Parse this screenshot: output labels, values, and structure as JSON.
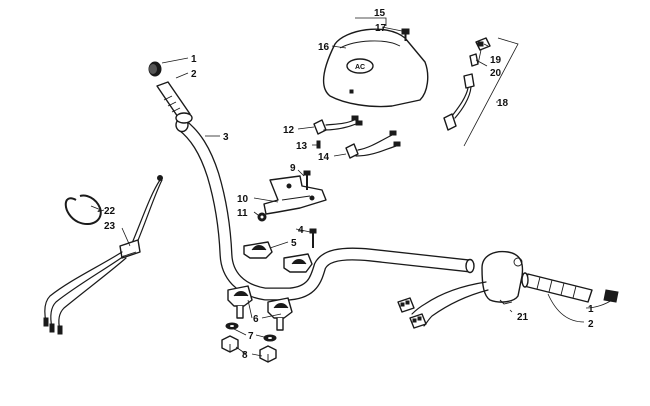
{
  "callouts": [
    {
      "id": "c1a",
      "text": "1"
    },
    {
      "id": "c2a",
      "text": "2"
    },
    {
      "id": "c3",
      "text": "3"
    },
    {
      "id": "c4",
      "text": "4"
    },
    {
      "id": "c5",
      "text": "5"
    },
    {
      "id": "c6",
      "text": "6"
    },
    {
      "id": "c7",
      "text": "7"
    },
    {
      "id": "c8",
      "text": "8"
    },
    {
      "id": "c9",
      "text": "9"
    },
    {
      "id": "c10",
      "text": "10"
    },
    {
      "id": "c11",
      "text": "11"
    },
    {
      "id": "c12",
      "text": "12"
    },
    {
      "id": "c13",
      "text": "13"
    },
    {
      "id": "c14",
      "text": "14"
    },
    {
      "id": "c15",
      "text": "15"
    },
    {
      "id": "c16",
      "text": "16"
    },
    {
      "id": "c17",
      "text": "17"
    },
    {
      "id": "c18",
      "text": "18"
    },
    {
      "id": "c19",
      "text": "19"
    },
    {
      "id": "c20",
      "text": "20"
    },
    {
      "id": "c21",
      "text": "21"
    },
    {
      "id": "c22",
      "text": "22"
    },
    {
      "id": "c23",
      "text": "23"
    },
    {
      "id": "c1b",
      "text": "1"
    },
    {
      "id": "c2b",
      "text": "2"
    }
  ],
  "pod_logo_text": "AC"
}
